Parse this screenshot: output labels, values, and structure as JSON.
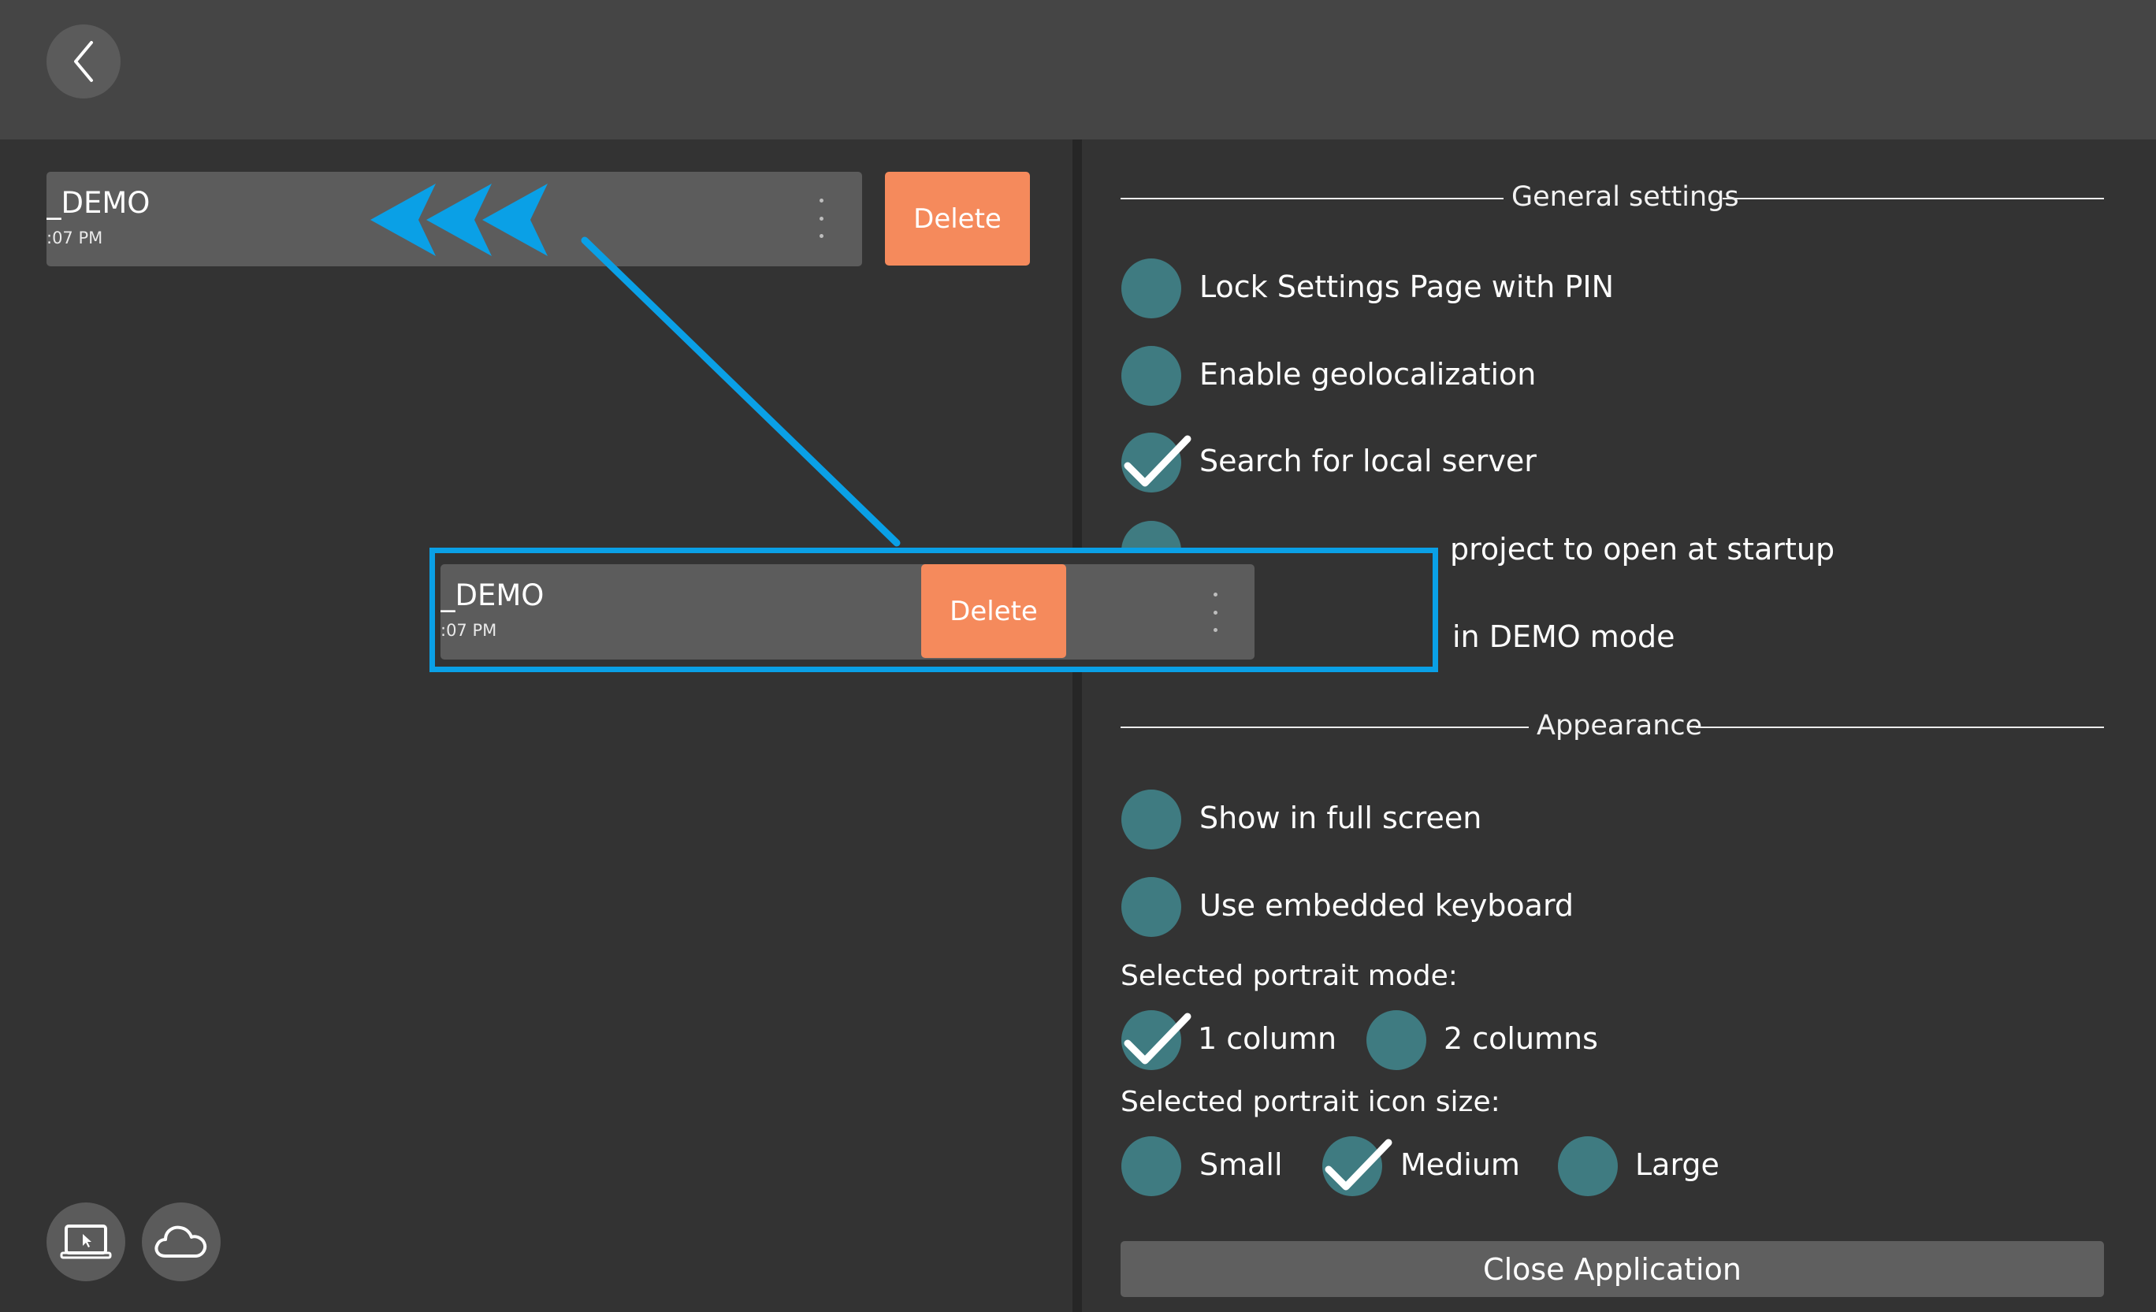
{
  "header": {
    "back_icon": "chevron-left-icon"
  },
  "projects": [
    {
      "name": "_DEMO",
      "time": ":07 PM",
      "delete_label": "Delete"
    }
  ],
  "swiped_preview": {
    "name": "_DEMO",
    "time": ":07 PM",
    "delete_label": "Delete"
  },
  "annotation": {
    "swipe_arrows_icon": "swipe-left-arrows-icon",
    "color": "#0aa0e6"
  },
  "settings": {
    "general_title": "General settings",
    "general_options": [
      {
        "label": "Lock Settings Page with PIN",
        "checked": false
      },
      {
        "label": "Enable geolocalization",
        "checked": false
      },
      {
        "label": "Search for local server",
        "checked": true
      },
      {
        "label": "project to open at startup",
        "checked": false
      },
      {
        "label": "in DEMO mode",
        "checked": false
      }
    ],
    "appearance_title": "Appearance",
    "appearance_options": [
      {
        "label": "Show in full screen",
        "checked": false
      },
      {
        "label": "Use embedded keyboard",
        "checked": false
      }
    ],
    "portrait_mode_label": "Selected portrait mode:",
    "portrait_mode_options": [
      {
        "label": "1 column",
        "checked": true
      },
      {
        "label": "2 columns",
        "checked": false
      }
    ],
    "icon_size_label": "Selected portrait icon size:",
    "icon_size_options": [
      {
        "label": "Small",
        "checked": false
      },
      {
        "label": "Medium",
        "checked": true
      },
      {
        "label": "Large",
        "checked": false
      }
    ],
    "close_label": "Close Application"
  },
  "bottom_icons": [
    "local-device-icon",
    "cloud-icon"
  ],
  "colors": {
    "accent_delete": "#f58a5c",
    "toggle": "#3f7b81",
    "highlight": "#0aa0e6"
  }
}
